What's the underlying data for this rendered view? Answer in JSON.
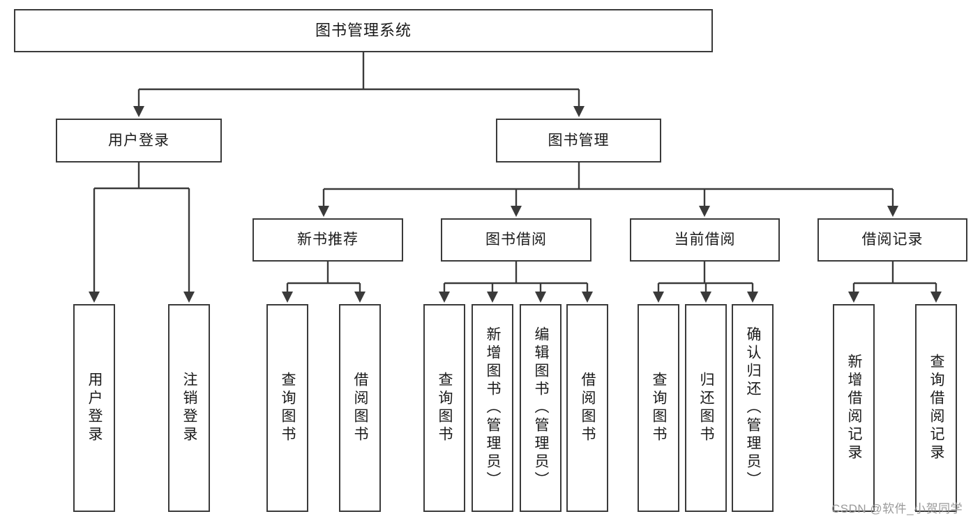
{
  "diagram": {
    "title": "图书管理系统",
    "type": "tree",
    "style": {
      "box_border": "#3a3a3a",
      "box_fill": "#ffffff",
      "line": "#3a3a3a",
      "text": "#1a1a1a",
      "background": "#ffffff"
    },
    "nodes": {
      "root": {
        "label": "图书管理系统",
        "orientation": "horizontal"
      },
      "level2": [
        {
          "id": "user-login",
          "label": "用户登录",
          "orientation": "horizontal"
        },
        {
          "id": "book-manage",
          "label": "图书管理",
          "orientation": "horizontal"
        }
      ],
      "level3": [
        {
          "id": "new-book-recommend",
          "label": "新书推荐",
          "orientation": "horizontal"
        },
        {
          "id": "book-borrow",
          "label": "图书借阅",
          "orientation": "horizontal"
        },
        {
          "id": "current-borrow",
          "label": "当前借阅",
          "orientation": "horizontal"
        },
        {
          "id": "borrow-record",
          "label": "借阅记录",
          "orientation": "horizontal"
        }
      ],
      "leaves": [
        {
          "id": "leaf-user-login",
          "label": "用户登录",
          "parent": "user-login",
          "orientation": "vertical"
        },
        {
          "id": "leaf-logout-login",
          "label": "注销登录",
          "parent": "user-login",
          "orientation": "vertical"
        },
        {
          "id": "leaf-query-book-1",
          "label": "查询图书",
          "parent": "new-book-recommend",
          "orientation": "vertical"
        },
        {
          "id": "leaf-borrow-book-1",
          "label": "借阅图书",
          "parent": "new-book-recommend",
          "orientation": "vertical"
        },
        {
          "id": "leaf-query-book-2",
          "label": "查询图书",
          "parent": "book-borrow",
          "orientation": "vertical"
        },
        {
          "id": "leaf-add-book",
          "label": "新增图书（管理员）",
          "parent": "book-borrow",
          "orientation": "vertical"
        },
        {
          "id": "leaf-edit-book",
          "label": "编辑图书（管理员）",
          "parent": "book-borrow",
          "orientation": "vertical"
        },
        {
          "id": "leaf-borrow-book-2",
          "label": "借阅图书",
          "parent": "book-borrow",
          "orientation": "vertical"
        },
        {
          "id": "leaf-query-book-3",
          "label": "查询图书",
          "parent": "current-borrow",
          "orientation": "vertical"
        },
        {
          "id": "leaf-return-book",
          "label": "归还图书",
          "parent": "current-borrow",
          "orientation": "vertical"
        },
        {
          "id": "leaf-confirm-return",
          "label": "确认归还（管理员）",
          "parent": "current-borrow",
          "orientation": "vertical"
        },
        {
          "id": "leaf-add-record",
          "label": "新增借阅记录",
          "parent": "borrow-record",
          "orientation": "vertical"
        },
        {
          "id": "leaf-query-record",
          "label": "查询借阅记录",
          "parent": "borrow-record",
          "orientation": "vertical"
        }
      ]
    },
    "watermark": "CSDN @软件_小贺同学"
  }
}
